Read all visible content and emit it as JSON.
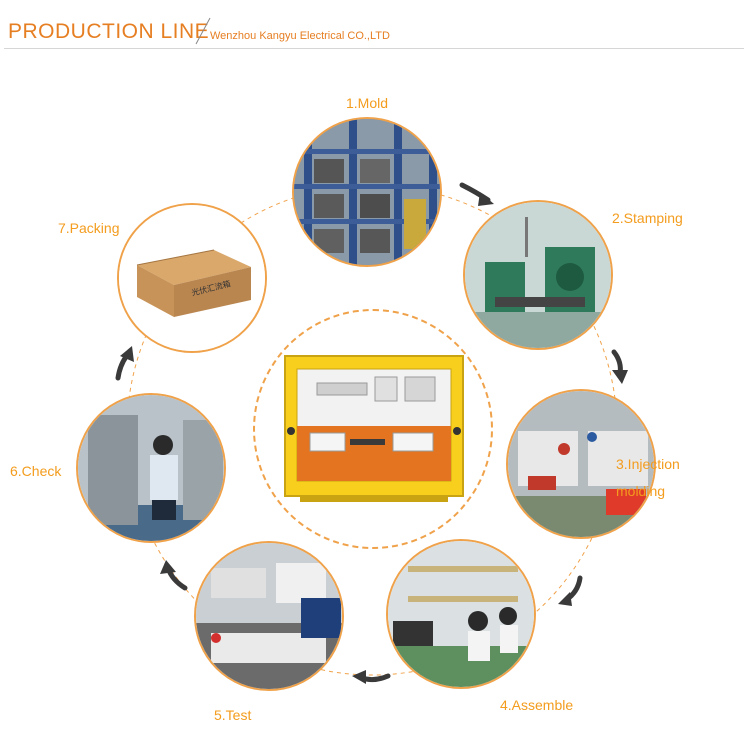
{
  "header": {
    "title": "PRODUCTION LINE",
    "subtitle": "Wenzhou Kangyu Electrical CO.,LTD"
  },
  "steps": [
    {
      "label": "1.Mold",
      "icon": "mold-shelves-photo"
    },
    {
      "label": "2.Stamping",
      "icon": "stamping-machine-photo"
    },
    {
      "label": "3.Injection",
      "label2": "molding",
      "icon": "injection-molding-photo"
    },
    {
      "label": "4.Assemble",
      "icon": "assembly-line-photo"
    },
    {
      "label": "5.Test",
      "icon": "testing-bench-photo"
    },
    {
      "label": "6.Check",
      "icon": "check-station-photo"
    },
    {
      "label": "7.Packing",
      "icon": "cardboard-box-photo"
    }
  ],
  "box_print": "光伏汇流箱",
  "colors": {
    "accent": "#f39c1d",
    "ring": "#f0a24a",
    "arrow": "#3a3a3a",
    "cabinet": "#f7cf1c"
  }
}
